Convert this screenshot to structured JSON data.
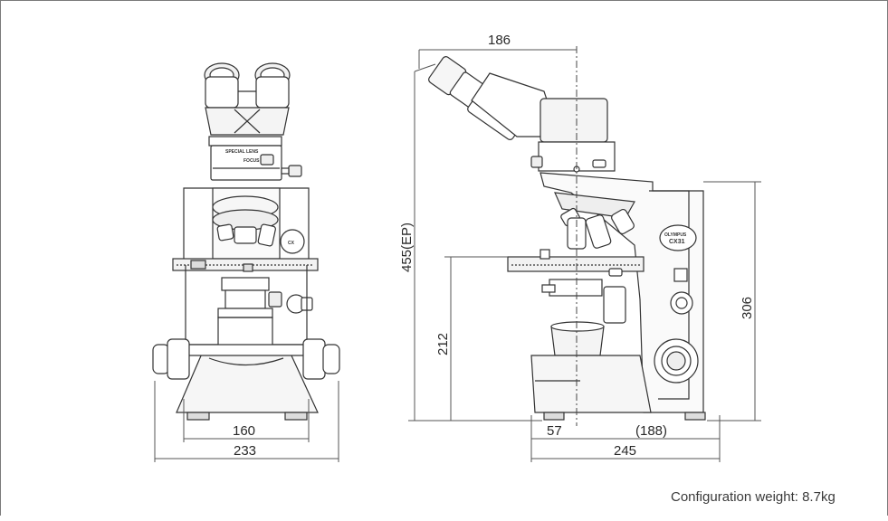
{
  "front_view": {
    "width_inner": "160",
    "width_outer": "233",
    "label_top": "SPECIAL LENS",
    "label_focus": "FOCUS",
    "brand": "CX"
  },
  "side_view": {
    "depth_top": "186",
    "height_total": "455(EP)",
    "height_stage": "212",
    "height_body": "306",
    "offset_front": "57",
    "depth_rear": "(188)",
    "depth_total": "245",
    "brand": "OLYMPUS",
    "model": "CX31"
  },
  "footer": {
    "weight": "Configuration weight: 8.7kg"
  }
}
